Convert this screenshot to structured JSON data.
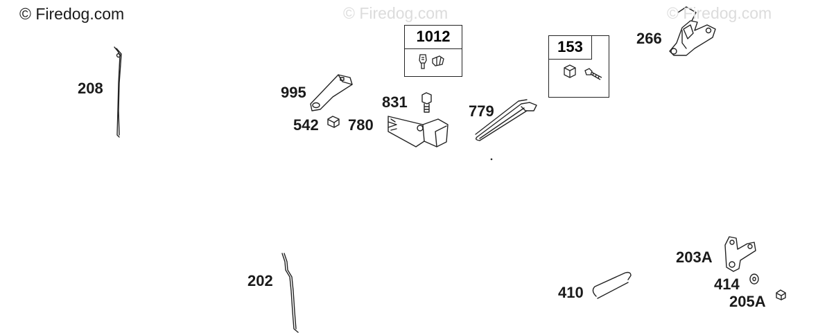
{
  "watermark": {
    "main": "© Firedog.com",
    "faint_1": "© Firedog.com",
    "faint_2": "© Firedog.com"
  },
  "parts": {
    "p208": "208",
    "p202": "202",
    "p995": "995",
    "p542": "542",
    "p780": "780",
    "p831": "831",
    "p779": "779",
    "p266": "266",
    "p203A": "203A",
    "p414": "414",
    "p205A": "205A",
    "p410": "410"
  },
  "kits": {
    "k1012": "1012",
    "k153": "153"
  }
}
